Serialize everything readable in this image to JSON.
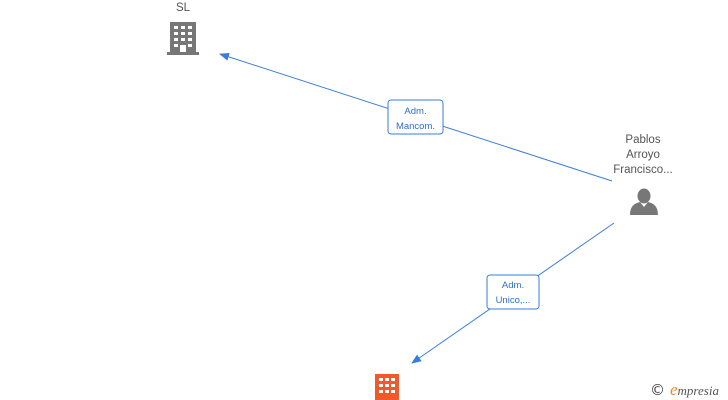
{
  "nodes": {
    "company_top": {
      "label": "SL",
      "icon": "building-icon",
      "color": "#777777"
    },
    "person": {
      "label_lines": [
        "Pablos",
        "Arroyo",
        "Francisco..."
      ],
      "icon": "person-icon",
      "color": "#777777"
    },
    "company_bottom": {
      "label": "",
      "icon": "building-icon",
      "color": "#f05a2a"
    }
  },
  "edges": {
    "edge_top": {
      "label_lines": [
        "Adm.",
        "Mancom."
      ],
      "color": "#3a7fd5"
    },
    "edge_bottom": {
      "label_lines": [
        "Adm.",
        "Unico,..."
      ],
      "color": "#3a7fd5"
    }
  },
  "brand": {
    "copyright_symbol": "©",
    "logo_initial": "e",
    "logo_rest": "mpresia",
    "accent_color": "#f28c1e"
  }
}
